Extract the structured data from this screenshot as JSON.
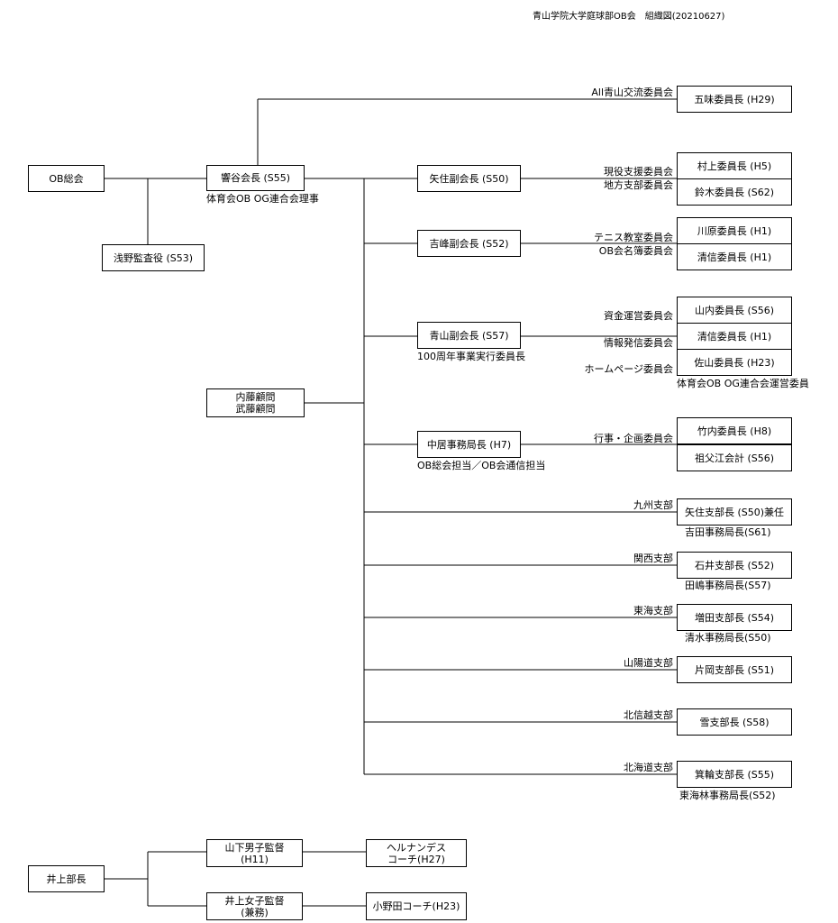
{
  "title": "青山学院大学庭球部OB会　組織図(20210627)",
  "nodes": {
    "ob_soukai": "OB総会",
    "asano": "浅野監査役 (S53)",
    "hibiya": "響谷会長 (S55)",
    "komon_1": "内藤顧問",
    "komon_2": "武藤顧問",
    "yazumi_vp": "矢住副会長 (S50)",
    "yoshimine_vp": "吉峰副会長 (S52)",
    "aoyama_vp": "青山副会長 (S57)",
    "nakai": "中居事務局長 (H7)",
    "gomi": "五味委員長 (H29)",
    "murakami": "村上委員長 (H5)",
    "suzuki": "鈴木委員長 (S62)",
    "kawahara": "川原委員長 (H1)",
    "kiyonobu_1": "清信委員長 (H1)",
    "yamauchi": "山内委員長 (S56)",
    "kiyonobu_2": "清信委員長 (H1)",
    "sayama": "佐山委員長 (H23)",
    "takeuchi": "竹内委員長 (H8)",
    "sobue": "祖父江会計 (S56)",
    "kyushu_head": "矢住支部長 (S50)兼任",
    "kansai_head": "石井支部長 (S52)",
    "tokai_head": "増田支部長 (S54)",
    "sanyo_head": "片岡支部長 (S51)",
    "hokushinetsu_head": "雪支部長 (S58)",
    "hokkaido_head": "箕輪支部長 (S55)",
    "inoue_bucho": "井上部長",
    "mens_coach_1": "山下男子監督",
    "mens_coach_2": "(H11)",
    "womens_coach_1": "井上女子監督",
    "womens_coach_2": "(兼務)",
    "hernandez_1": "ヘルナンデス",
    "hernandez_2": "コーチ(H27)",
    "onoda": "小野田コーチ(H23)"
  },
  "labels": {
    "hibiya_note": "体育会OB OG連合会理事",
    "aoyama_note": "100周年事業実行委員長",
    "nakai_note": "OB総会担当／OB会通信担当",
    "all_aoyama": "All青山交流委員会",
    "genyaku": "現役支援委員会",
    "chiho": "地方支部委員会",
    "tennis_kyoshitsu": "テニス教室委員会",
    "ob_meibo": "OB会名簿委員会",
    "shikin": "資金運営委員会",
    "joho": "情報発信委員会",
    "homepage": "ホームページ委員会",
    "sayama_note": "体育会OB OG連合会運営委員",
    "gyoji": "行事・企画委員会",
    "kyushu": "九州支部",
    "kyushu_sub": "吉田事務局長(S61)",
    "kansai": "関西支部",
    "kansai_sub": "田嶋事務局長(S57)",
    "tokai": "東海支部",
    "tokai_sub": "清水事務局長(S50)",
    "sanyo": "山陽道支部",
    "hokushinetsu": "北信越支部",
    "hokkaido": "北海道支部",
    "hokkaido_sub": "東海林事務局長(S52)"
  }
}
